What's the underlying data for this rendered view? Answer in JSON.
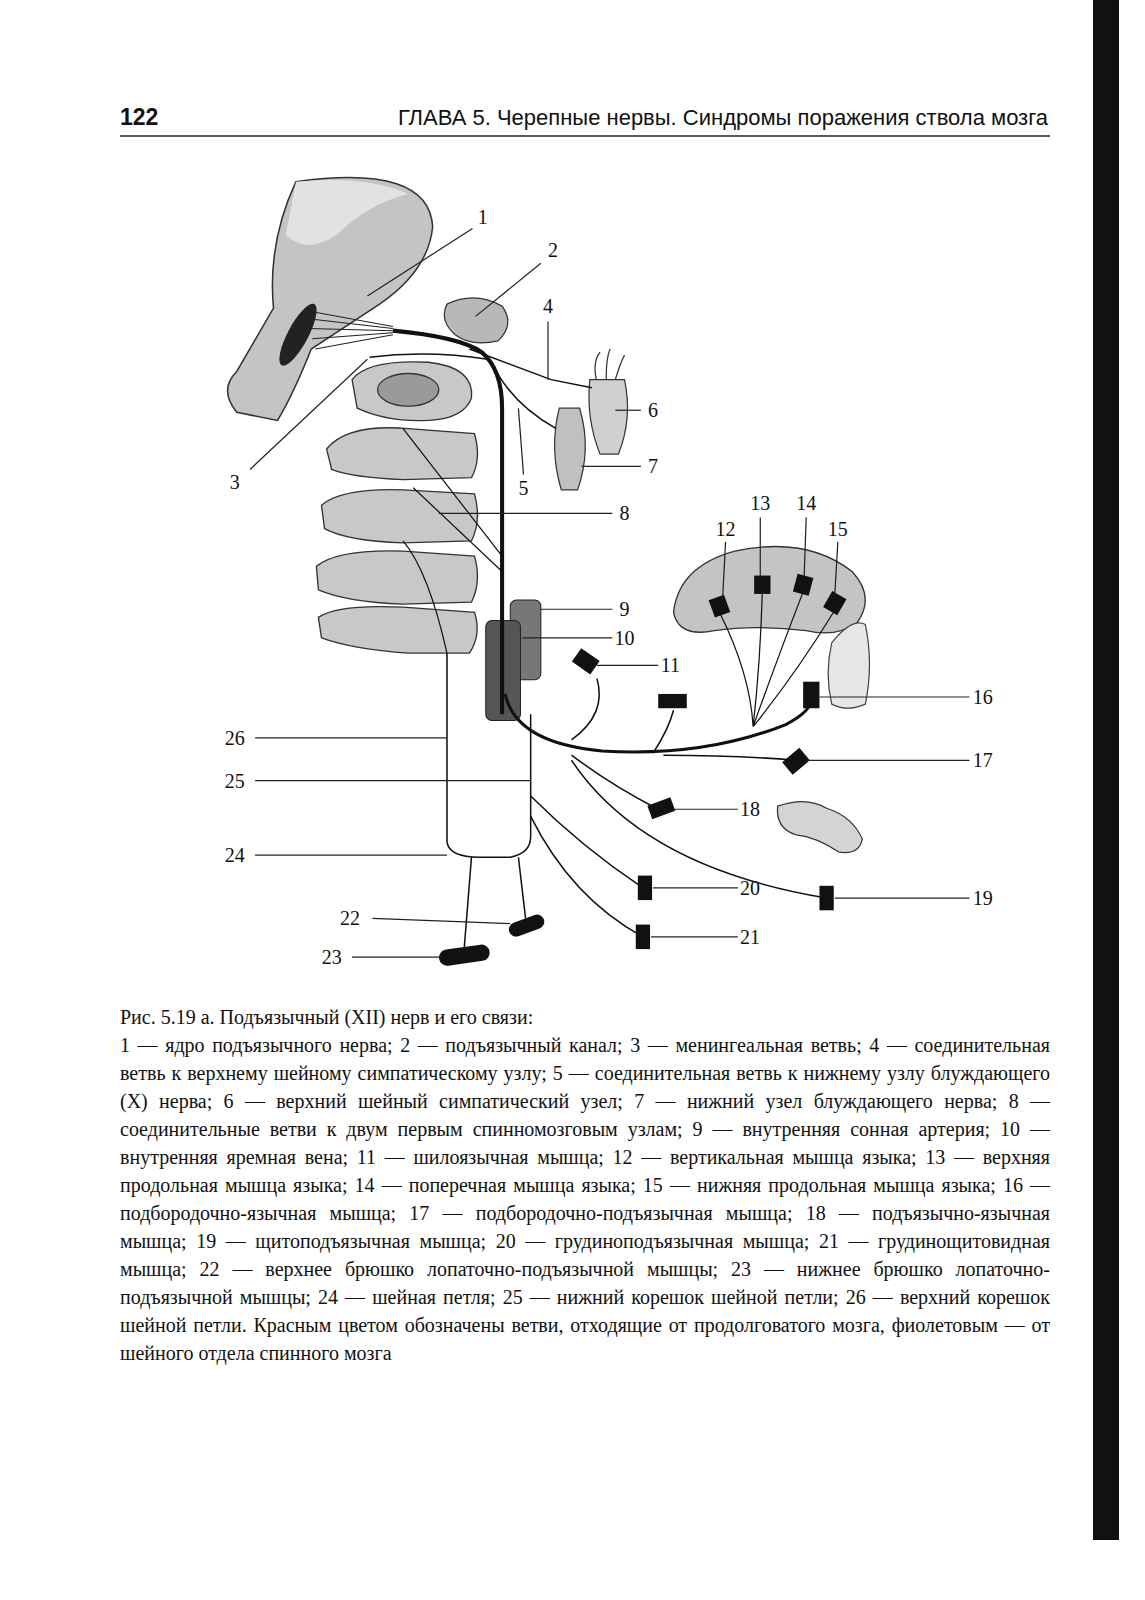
{
  "diagram": {
    "caption": "Рис. 5.19 а. Подъязычный (XII) нерв и его связи:",
    "labels": [
      "122",
      "ГЛАВА 5. Черепные нервы. Синдромы поражения ствола мозга",
      "1",
      "2",
      "4",
      "6",
      "3",
      "5",
      "7",
      "8",
      "13",
      "14",
      "12",
      "15",
      "9",
      "10",
      "11",
      "16",
      "26",
      "17",
      "25",
      "18",
      "24",
      "20",
      "19",
      "22",
      "21",
      "23",
      "1 — ядро подъязычного нерва; 2 — подъязычный канал; 3 — менингеальная ветвь; 4 — соединительная ветвь к верхнему шейному симпатическому узлу; 5 — соединительная ветвь к нижнему узлу блуждающего (X) нерва; 6 — верхний шейный симпатический узел; 7 — нижний узел блуждающего нерва; 8 — соединительные ветви к двум первым спинномозговым узлам; 9 — внутренняя сонная артерия; 10 — внутренняя яремная вена; 11 — шилоязычная мышца; 12 — вертикальная мышца языка; 13 — верхняя продольная мышца языка; 14 — поперечная мышца языка; 15 — нижняя продольная мышца языка; 16 — подбородочно-язычная мышца; 17 — подбородочно-подъязычная мышца; 18 — подъязычно-язычная мышца; 19 — щитоподъязычная мышца; 20 — грудиноподъязычная мышца; 21 — грудинощитовидная мышца; 22 — верхнее брюшко лопаточно-подъязычной мышцы; 23 — нижнее брюшко лопаточно-подъязычной мышцы; 24 — шейная петля; 25 — нижний корешок шейной петли; 26 — верхний корешок шейной петли. Красным цветом обозначены ветви, отходящие от продолговатого мозга, фиолетовым — от шейного отдела спинного мозга"
    ]
  }
}
